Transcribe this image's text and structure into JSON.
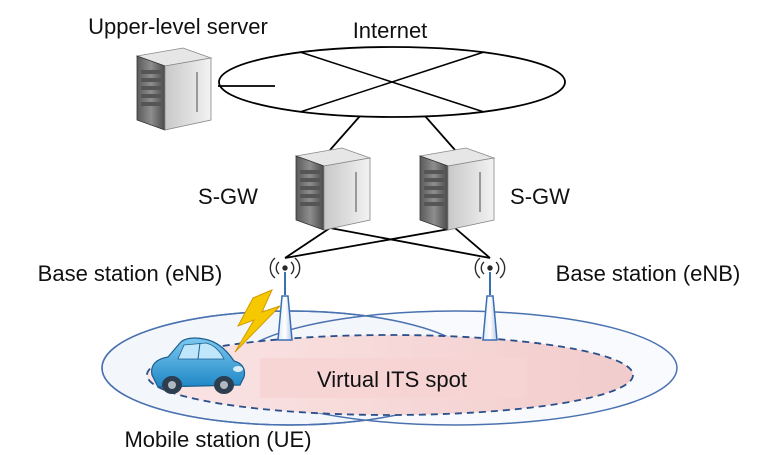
{
  "labels": {
    "upper_server": "Upper-level server",
    "internet": "Internet",
    "sgw_left": "S-GW",
    "sgw_right": "S-GW",
    "bs_left": "Base station (eNB)",
    "bs_right": "Base station (eNB)",
    "virtual_spot": "Virtual ITS spot",
    "mobile_station": "Mobile station (UE)"
  },
  "colors": {
    "line": "#000000",
    "cell_outline": "#4a72b0",
    "cell_fill": "#eef3fa",
    "spot_fill": "#f6d6d6",
    "spot_outline": "#2b4f8a",
    "lightning": "#f5c800",
    "car": "#3fa7e0",
    "antenna": "#5a8fd0",
    "server_dark": "#3c3c3c",
    "server_light": "#d8d8d8"
  },
  "icons": [
    "server-icon",
    "antenna-icon",
    "radio-waves-icon",
    "lightning-icon",
    "car-icon"
  ]
}
